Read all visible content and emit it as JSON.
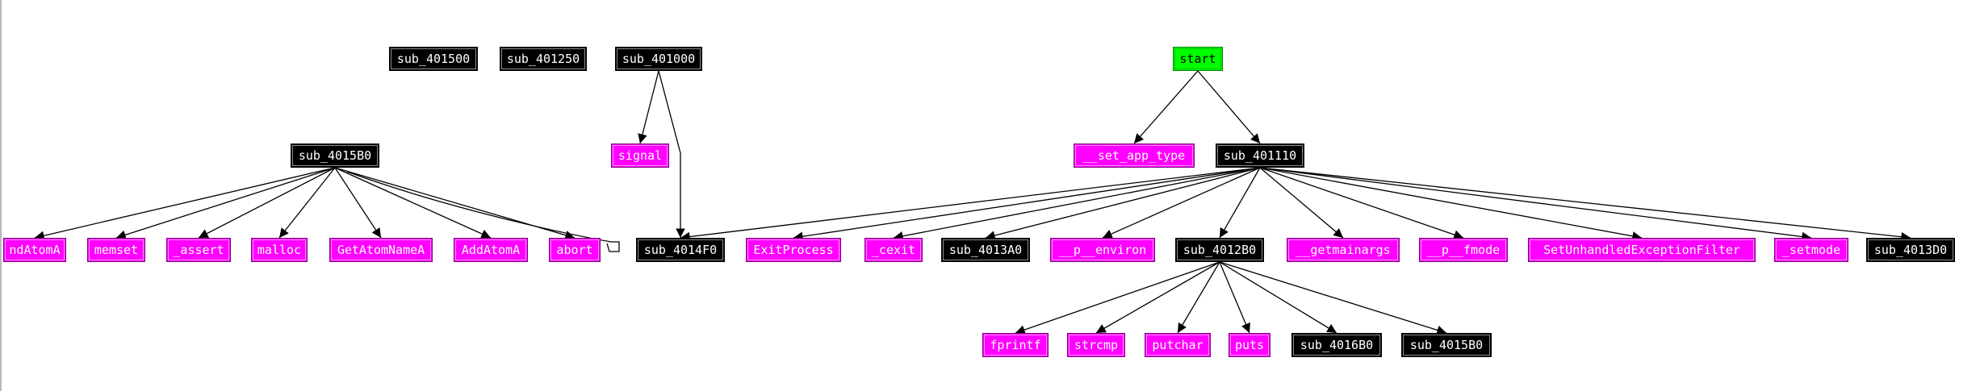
{
  "graph": {
    "colors": {
      "background": "#ffffff",
      "subroutine": "#000000",
      "import": "#ff00ff",
      "entry": "#00ff00",
      "edge": "#000000"
    },
    "nodes": {
      "sub_401500": {
        "label": "sub_401500",
        "kind": "sub"
      },
      "sub_401250": {
        "label": "sub_401250",
        "kind": "sub"
      },
      "sub_401000": {
        "label": "sub_401000",
        "kind": "sub"
      },
      "start": {
        "label": "start",
        "kind": "entry"
      },
      "sub_4015B0": {
        "label": "sub_4015B0",
        "kind": "sub"
      },
      "signal": {
        "label": "signal",
        "kind": "imp"
      },
      "set_app_type": {
        "label": "__set_app_type",
        "kind": "imp"
      },
      "sub_401110": {
        "label": "sub_401110",
        "kind": "sub"
      },
      "FindAtomA": {
        "label": "ndAtomA",
        "kind": "imp"
      },
      "memset": {
        "label": "memset",
        "kind": "imp"
      },
      "assert": {
        "label": "_assert",
        "kind": "imp"
      },
      "malloc": {
        "label": "malloc",
        "kind": "imp"
      },
      "GetAtomNameA": {
        "label": "GetAtomNameA",
        "kind": "imp"
      },
      "AddAtomA": {
        "label": "AddAtomA",
        "kind": "imp"
      },
      "abort": {
        "label": "abort",
        "kind": "imp"
      },
      "sub_4014F0": {
        "label": "sub_4014F0",
        "kind": "sub"
      },
      "ExitProcess": {
        "label": "ExitProcess",
        "kind": "imp"
      },
      "cexit": {
        "label": "_cexit",
        "kind": "imp"
      },
      "sub_4013A0": {
        "label": "sub_4013A0",
        "kind": "sub"
      },
      "p_environ": {
        "label": "__p__environ",
        "kind": "imp"
      },
      "sub_4012B0": {
        "label": "sub_4012B0",
        "kind": "sub"
      },
      "getmainargs": {
        "label": "__getmainargs",
        "kind": "imp"
      },
      "p_fmode": {
        "label": "__p__fmode",
        "kind": "imp"
      },
      "SetUnhandledExceptionFilter": {
        "label": "SetUnhandledExceptionFilter",
        "kind": "imp"
      },
      "setmode": {
        "label": "_setmode",
        "kind": "imp"
      },
      "sub_4013D0": {
        "label": "sub_4013D0",
        "kind": "sub"
      },
      "fprintf": {
        "label": "fprintf",
        "kind": "imp"
      },
      "strcmp": {
        "label": "strcmp",
        "kind": "imp"
      },
      "putchar": {
        "label": "putchar",
        "kind": "imp"
      },
      "puts": {
        "label": "puts",
        "kind": "imp"
      },
      "sub_4016B0": {
        "label": "sub_4016B0",
        "kind": "sub"
      },
      "sub_4015B0b": {
        "label": "sub_4015B0",
        "kind": "sub"
      }
    },
    "edges": [
      [
        "sub_401000",
        "signal"
      ],
      [
        "sub_401000",
        "sub_4014F0"
      ],
      [
        "start",
        "set_app_type"
      ],
      [
        "start",
        "sub_401110"
      ],
      [
        "sub_4015B0",
        "FindAtomA"
      ],
      [
        "sub_4015B0",
        "memset"
      ],
      [
        "sub_4015B0",
        "assert"
      ],
      [
        "sub_4015B0",
        "malloc"
      ],
      [
        "sub_4015B0",
        "GetAtomNameA"
      ],
      [
        "sub_4015B0",
        "AddAtomA"
      ],
      [
        "sub_4015B0",
        "abort"
      ],
      [
        "sub_401110",
        "sub_4014F0"
      ],
      [
        "sub_401110",
        "ExitProcess"
      ],
      [
        "sub_401110",
        "cexit"
      ],
      [
        "sub_401110",
        "sub_4013A0"
      ],
      [
        "sub_401110",
        "p_environ"
      ],
      [
        "sub_401110",
        "sub_4012B0"
      ],
      [
        "sub_401110",
        "getmainargs"
      ],
      [
        "sub_401110",
        "p_fmode"
      ],
      [
        "sub_401110",
        "SetUnhandledExceptionFilter"
      ],
      [
        "sub_401110",
        "setmode"
      ],
      [
        "sub_401110",
        "sub_4013D0"
      ],
      [
        "sub_4012B0",
        "fprintf"
      ],
      [
        "sub_4012B0",
        "strcmp"
      ],
      [
        "sub_4012B0",
        "putchar"
      ],
      [
        "sub_4012B0",
        "puts"
      ],
      [
        "sub_4012B0",
        "sub_4016B0"
      ],
      [
        "sub_4012B0",
        "sub_4015B0b"
      ]
    ]
  }
}
